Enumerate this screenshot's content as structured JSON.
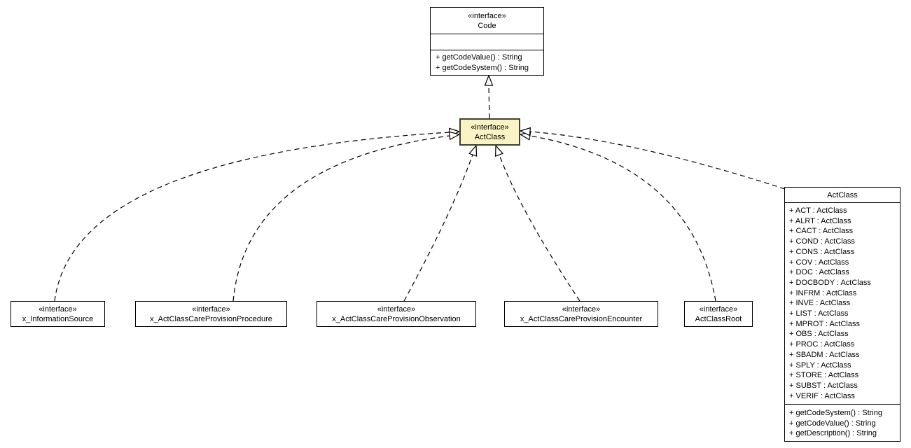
{
  "diagram": {
    "type": "uml-class-diagram",
    "background_color": "#ffffff",
    "line_color": "#000000",
    "box_fill": "#ffffff",
    "highlight_fill": "#faf3c4"
  },
  "classes": {
    "code": {
      "stereotype": "«interface»",
      "name": "Code",
      "attributes": [],
      "methods": [
        "+ getCodeValue() : String",
        "+ getCodeSystem() : String"
      ]
    },
    "act_class_interface": {
      "stereotype": "«interface»",
      "name": "ActClass"
    },
    "x_information_source": {
      "stereotype": "«interface»",
      "name": "x_InformationSource"
    },
    "x_act_class_care_provision_procedure": {
      "stereotype": "«interface»",
      "name": "x_ActClassCareProvisionProcedure"
    },
    "x_act_class_care_provision_observation": {
      "stereotype": "«interface»",
      "name": "x_ActClassCareProvisionObservation"
    },
    "x_act_class_care_provision_encounter": {
      "stereotype": "«interface»",
      "name": "x_ActClassCareProvisionEncounter"
    },
    "act_class_root": {
      "stereotype": "«interface»",
      "name": "ActClassRoot"
    },
    "act_class_enum": {
      "name": "ActClass",
      "attributes": [
        "+ ACT : ActClass",
        "+ ALRT : ActClass",
        "+ CACT : ActClass",
        "+ COND : ActClass",
        "+ CONS : ActClass",
        "+ COV : ActClass",
        "+ DOC : ActClass",
        "+ DOCBODY : ActClass",
        "+ INFRM : ActClass",
        "+ INVE : ActClass",
        "+ LIST : ActClass",
        "+ MPROT : ActClass",
        "+ OBS : ActClass",
        "+ PROC : ActClass",
        "+ SBADM : ActClass",
        "+ SPLY : ActClass",
        "+ STORE : ActClass",
        "+ SUBST : ActClass",
        "+ VERIF : ActClass"
      ],
      "methods": [
        "+ getCodeSystem() : String",
        "+ getCodeValue() : String",
        "+ getDescription() : String"
      ]
    }
  },
  "relationships": [
    {
      "from": "act_class_interface",
      "to": "code",
      "style": "dashed",
      "arrow": "hollow-triangle"
    },
    {
      "from": "x_information_source",
      "to": "act_class_interface",
      "style": "dashed",
      "arrow": "hollow-triangle"
    },
    {
      "from": "x_act_class_care_provision_procedure",
      "to": "act_class_interface",
      "style": "dashed",
      "arrow": "hollow-triangle"
    },
    {
      "from": "x_act_class_care_provision_observation",
      "to": "act_class_interface",
      "style": "dashed",
      "arrow": "hollow-triangle"
    },
    {
      "from": "x_act_class_care_provision_encounter",
      "to": "act_class_interface",
      "style": "dashed",
      "arrow": "hollow-triangle"
    },
    {
      "from": "act_class_root",
      "to": "act_class_interface",
      "style": "dashed",
      "arrow": "hollow-triangle"
    },
    {
      "from": "act_class_enum",
      "to": "act_class_interface",
      "style": "dashed",
      "arrow": "hollow-triangle"
    }
  ]
}
